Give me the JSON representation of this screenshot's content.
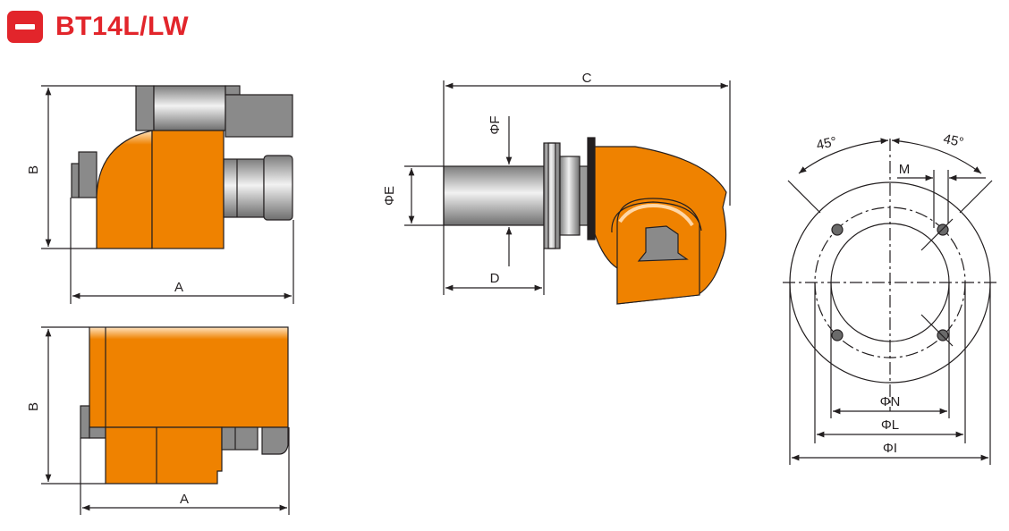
{
  "header": {
    "icon": "minus-badge-icon",
    "title": "BT14L/LW",
    "accent_color": "#e2252b"
  },
  "views": {
    "side_view": {
      "dim_height": "B",
      "dim_length": "A"
    },
    "top_view": {
      "dim_height": "B",
      "dim_length": "A"
    },
    "front_view": {
      "dim_total": "C",
      "dim_tube_length": "D",
      "dim_tube_dia": "ΦE",
      "dim_flange_dia": "ΦF"
    },
    "flange_view": {
      "angle_left": "45°",
      "angle_right": "45°",
      "dim_hole": "M",
      "dim_inner": "ΦN",
      "dim_pcd": "ΦL",
      "dim_outer": "ΦI"
    }
  },
  "colors": {
    "body_orange": "#ef8200",
    "metal_grey": "#8a8a8a",
    "line": "#231f20"
  }
}
